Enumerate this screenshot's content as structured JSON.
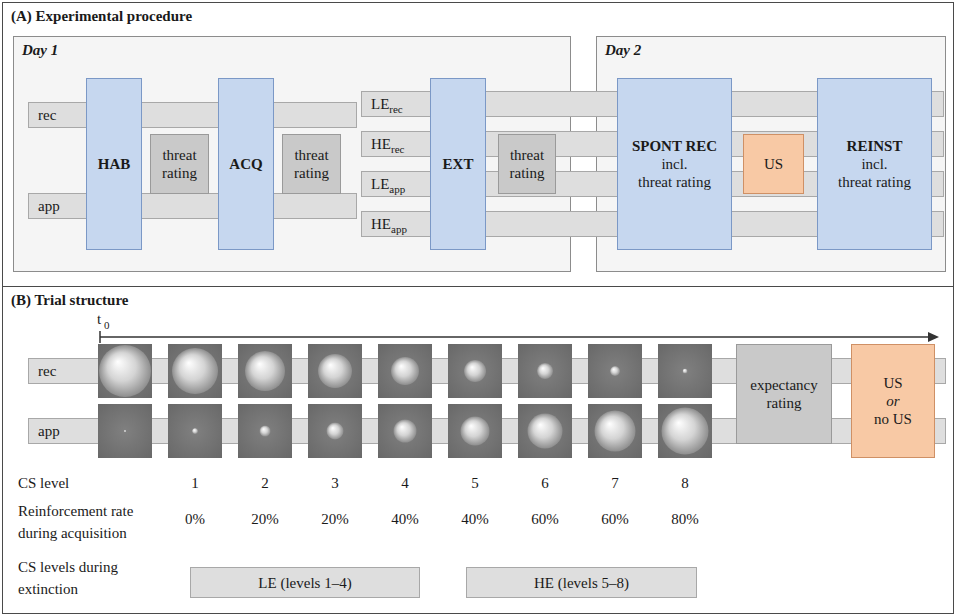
{
  "diagram": {
    "nodes": [
      {
        "text": [
          "(A) Experimental procedure"
        ]
      },
      {
        "text": [
          "Day 1"
        ],
        "in": 0
      },
      {
        "text": [
          "rec"
        ],
        "in": 1
      },
      {
        "text": [
          "app"
        ],
        "in": 1
      },
      {
        "text": [
          "HAB"
        ],
        "in": 1
      },
      {
        "text": [
          "threat rating"
        ],
        "in": 1
      },
      {
        "text": [
          "ACQ"
        ],
        "in": 1
      },
      {
        "text": [
          "threat rating"
        ],
        "in": 1
      },
      {
        "text": [
          "LE",
          "rec"
        ],
        "in": 0
      },
      {
        "text": [
          "HE",
          "rec"
        ],
        "in": 0
      },
      {
        "text": [
          "LE",
          "app"
        ],
        "in": 0
      },
      {
        "text": [
          "HE",
          "app"
        ],
        "in": 0
      },
      {
        "text": [
          "EXT"
        ],
        "in": 1
      },
      {
        "text": [
          "threat rating"
        ],
        "in": 1
      },
      {
        "text": [
          "Day 2"
        ],
        "in": 0
      },
      {
        "text": [
          "SPONT REC",
          "incl.",
          "threat rating"
        ],
        "in": 14
      },
      {
        "text": [
          "US"
        ],
        "in": 14
      },
      {
        "text": [
          "REINST",
          "incl.",
          "threat rating"
        ],
        "in": 14
      },
      {
        "text": [
          "(B) Trial structure"
        ]
      },
      {
        "text": [
          "rec"
        ],
        "in": 18
      },
      {
        "text": [
          "app"
        ],
        "in": 18
      },
      {
        "text": [
          "expectancy rating"
        ],
        "in": 18
      },
      {
        "text": [
          "US",
          "or",
          "no US"
        ],
        "in": 18
      },
      {
        "text": [
          "LE (levels 1–4)"
        ],
        "in": 18
      },
      {
        "text": [
          "HE (levels 5–8)"
        ],
        "in": 18
      }
    ],
    "labels": [
      "t",
      "0",
      "CS level",
      "1",
      "2",
      "3",
      "4",
      "5",
      "6",
      "7",
      "8",
      "Reinforcement rate during acquisition",
      "0%",
      "20%",
      "20%",
      "40%",
      "40%",
      "60%",
      "60%",
      "80%",
      "CS levels during extinction"
    ]
  }
}
